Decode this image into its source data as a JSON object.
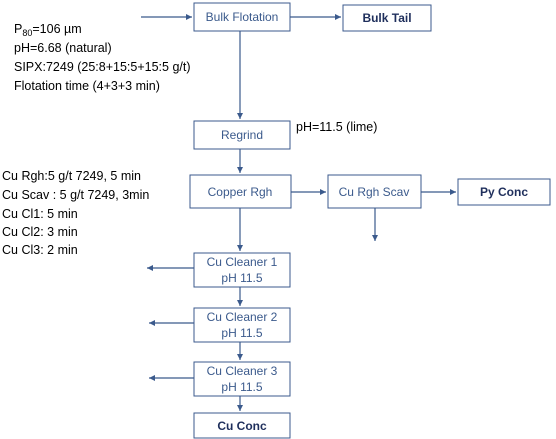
{
  "conditions": {
    "p80_prefix": "P",
    "p80_subscript": "80",
    "p80_value": "=106 µm",
    "ph": "pH=6.68 (natural)",
    "sipx": "SIPX:7249 (25:8+15:5+15:5 g/t)",
    "flotation_time": "Flotation time (4+3+3 min)"
  },
  "regrind_condition": "pH=11.5 (lime)",
  "cleaner_conditions": {
    "rgh": "Cu Rgh:5 g/t 7249, 5 min",
    "scav": "Cu  Scav : 5 g/t 7249, 3min",
    "cl1": "Cu Cl1: 5 min",
    "cl2": "Cu Cl2: 3 min",
    "cl3": "Cu Cl3: 2 min"
  },
  "boxes": {
    "bulk_flotation": "Bulk Flotation",
    "bulk_tail": "Bulk Tail",
    "regrind": "Regrind",
    "copper_rgh": "Copper Rgh",
    "cu_rgh_scav": "Cu Rgh Scav",
    "py_conc": "Py Conc",
    "cu_cleaner_1": {
      "title": "Cu Cleaner   1",
      "ph": "pH  11.5"
    },
    "cu_cleaner_2": {
      "title": "Cu Cleaner   2",
      "ph": "pH  11.5"
    },
    "cu_cleaner_3": {
      "title": "Cu Cleaner   3",
      "ph": "pH  11.5"
    },
    "cu_conc": "Cu Conc"
  },
  "colors": {
    "line": "#3b5a8c",
    "box_text": "#3b5a8c",
    "bold_text": "#1f2f5c",
    "note_text": "#000000"
  }
}
